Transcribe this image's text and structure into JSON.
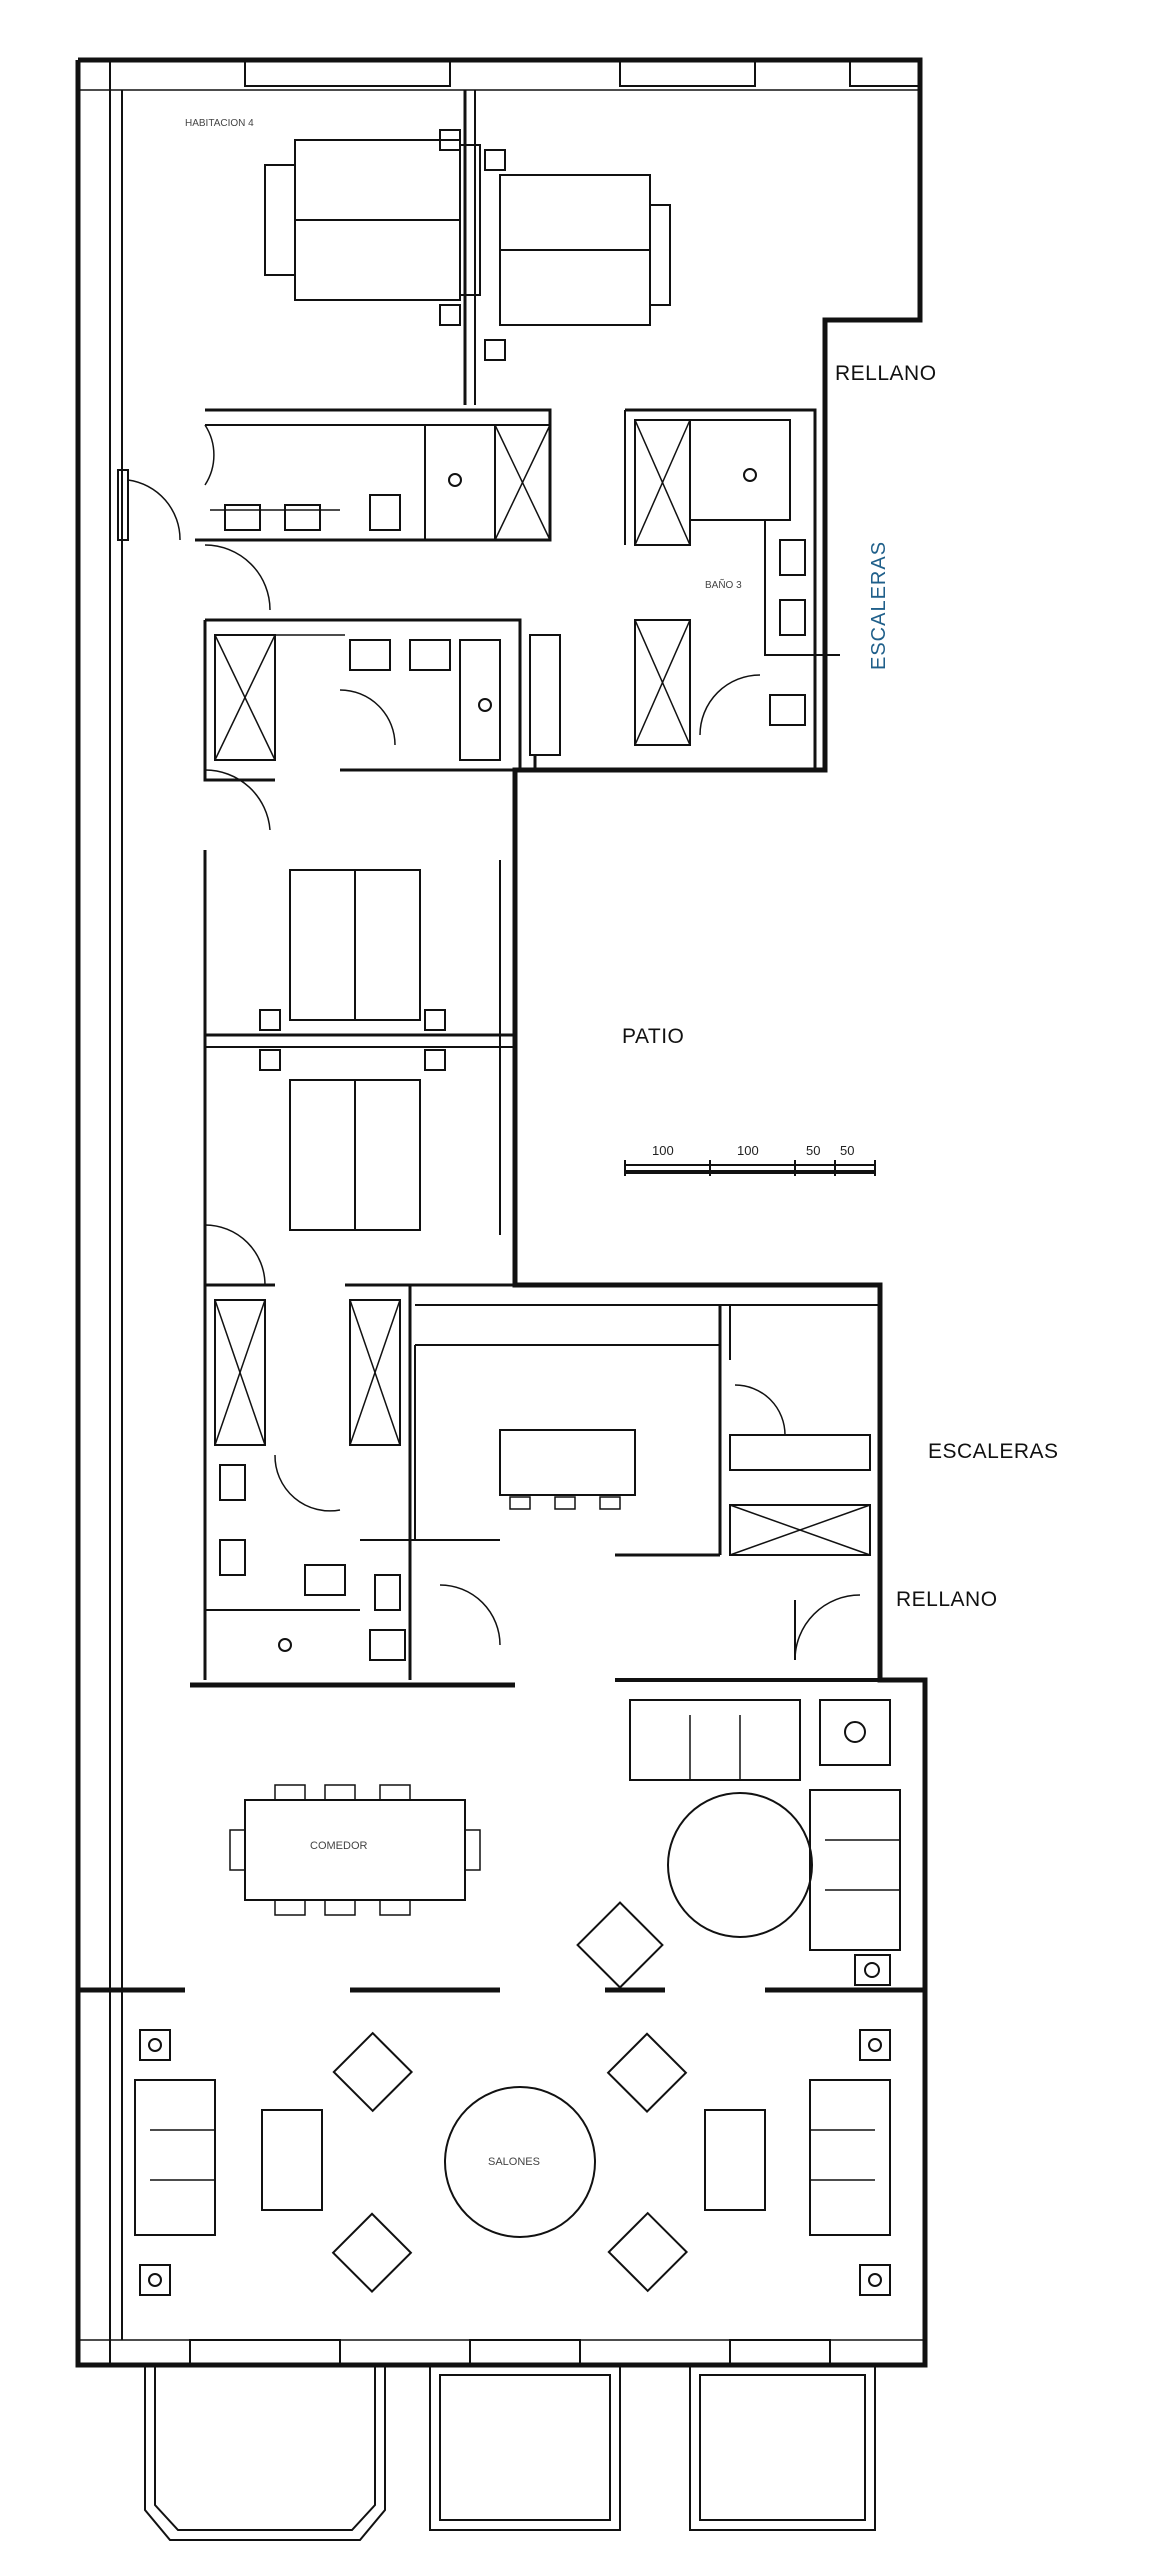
{
  "labels": {
    "habitacion4": "HABITACION 4",
    "rellano_top": "RELLANO",
    "escaleras_vertical": "ESCALERAS",
    "bano3": "BAÑO 3",
    "patio": "PATIO",
    "escaleras_mid": "ESCALERAS",
    "rellano_mid": "RELLANO",
    "comedor": "COMEDOR",
    "salon": "SALONES"
  },
  "scale_bar": {
    "ticks": [
      "100",
      "100",
      "50",
      "50"
    ]
  },
  "colors": {
    "line": "#111111",
    "accent_blue": "#1f5f8a"
  }
}
